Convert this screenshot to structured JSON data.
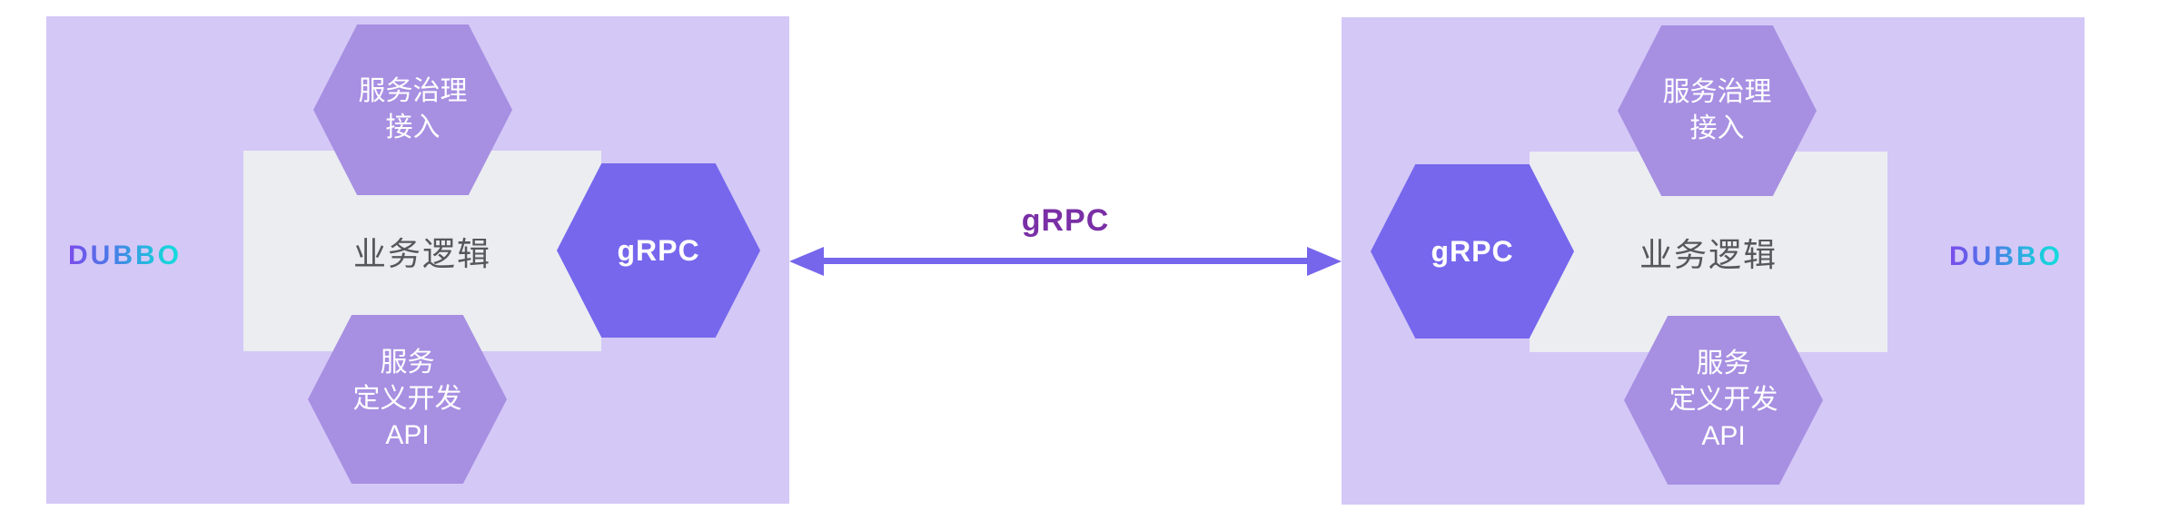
{
  "connection": {
    "label": "gRPC"
  },
  "nodes": [
    {
      "side": "left",
      "logo_text": "DUBBO",
      "business_logic_label": "业务逻辑",
      "governance_hex": {
        "line1": "服务治理",
        "line2": "接入"
      },
      "grpc_hex_label": "gRPC",
      "api_hex": {
        "line1": "服务",
        "line2": "定义开发",
        "line3": "API"
      }
    },
    {
      "side": "right",
      "logo_text": "DUBBO",
      "business_logic_label": "业务逻辑",
      "governance_hex": {
        "line1": "服务治理",
        "line2": "接入"
      },
      "grpc_hex_label": "gRPC",
      "api_hex": {
        "line1": "服务",
        "line2": "定义开发",
        "line3": "API"
      }
    }
  ],
  "colors": {
    "node_background": "#D4C8F7",
    "hex_light_purple": "#A78FE2",
    "hex_dark_purple": "#7667ED",
    "panel_gray": "#EBEDF1",
    "business_text": "#55575B",
    "arrow": "#7666EC",
    "connection_label_text": "#7A2FA6",
    "logo_gradient_start": "#7B4CEB",
    "logo_gradient_mid": "#4A7BE8",
    "logo_gradient_end": "#14DFDE"
  }
}
